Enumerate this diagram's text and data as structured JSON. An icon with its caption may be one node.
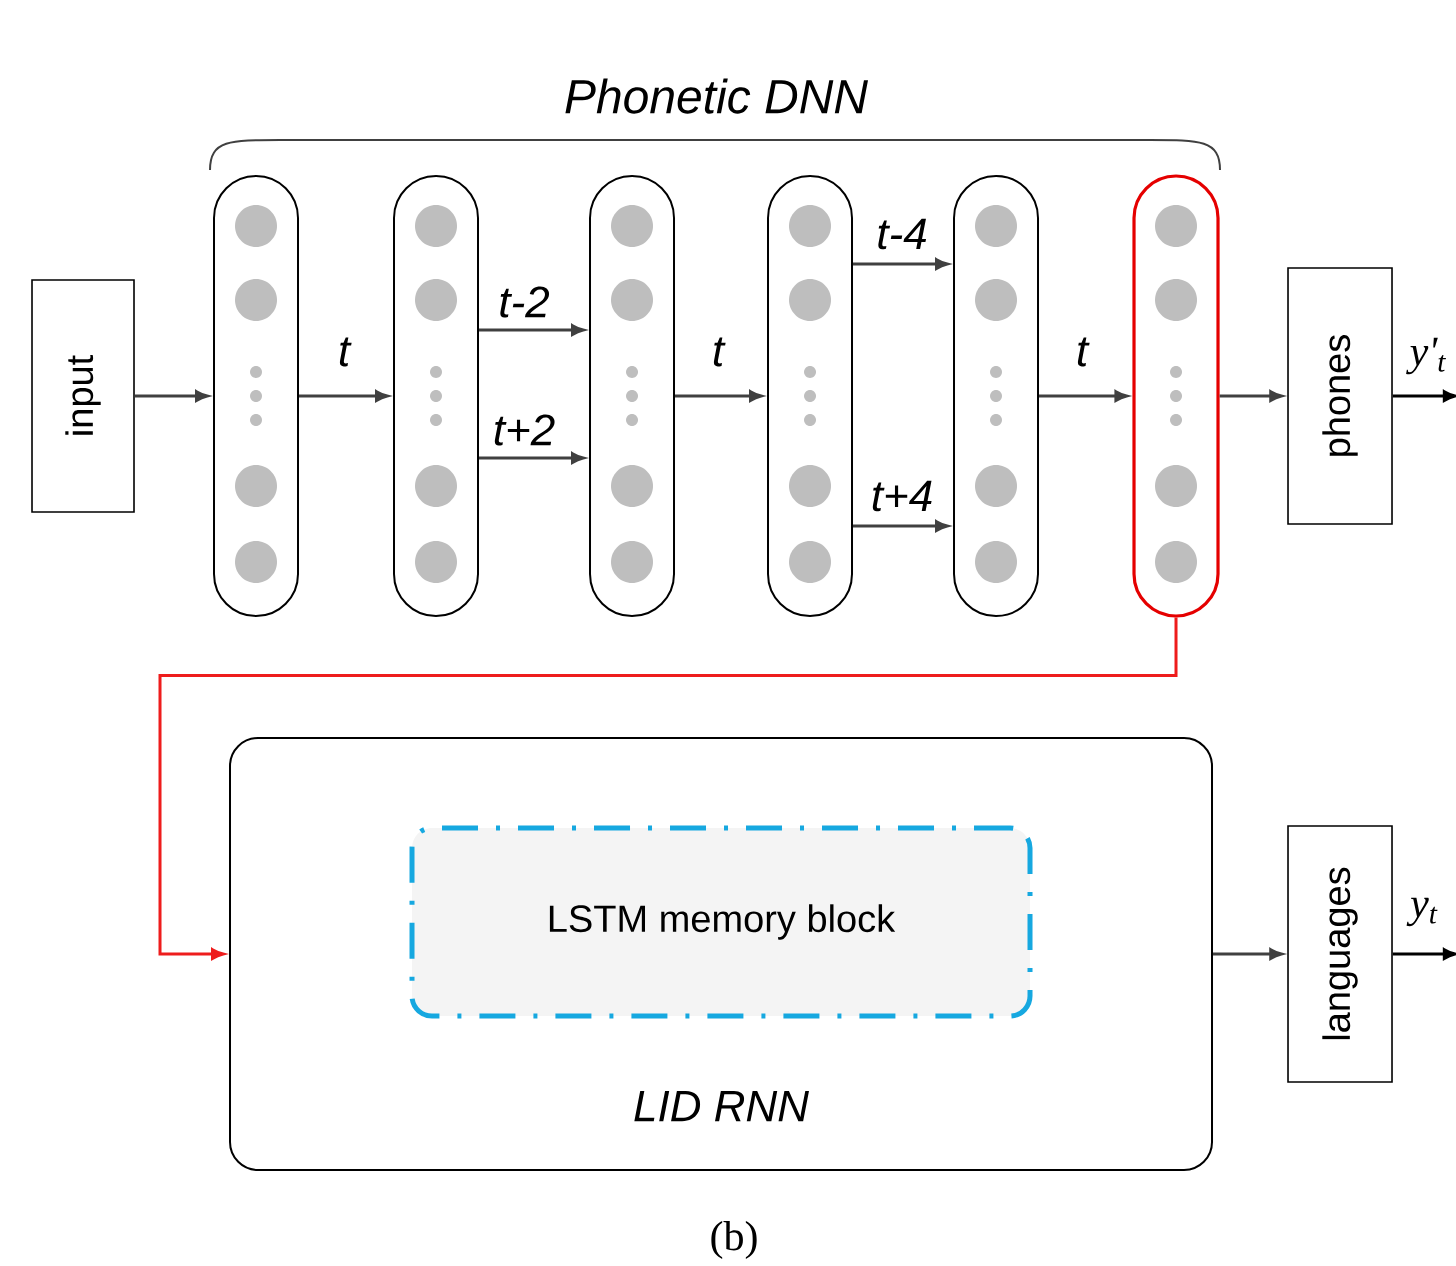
{
  "diagram": {
    "nodes": [
      {
        "text": [
          "input"
        ]
      },
      {
        "text": [],
        "shape": "bar"
      },
      {
        "text": [],
        "shape": "bar"
      },
      {
        "text": [],
        "shape": "bar"
      },
      {
        "text": [],
        "shape": "bar"
      },
      {
        "text": [],
        "shape": "bar"
      },
      {
        "text": [],
        "shape": "bar"
      },
      {
        "text": [
          "phones"
        ]
      },
      {
        "text": [
          "LID RNN"
        ]
      },
      {
        "text": [
          "LSTM memory block"
        ],
        "in": 8
      },
      {
        "text": [
          "languages"
        ]
      }
    ],
    "edges": [
      {
        "from": 0,
        "to": 1,
        "arrow": "to"
      },
      {
        "from": 1,
        "to": 2,
        "arrow": "to",
        "label": "t"
      },
      {
        "from": 2,
        "to": 3,
        "arrow": "to",
        "label": "t-2"
      },
      {
        "from": 2,
        "to": 3,
        "arrow": "to",
        "label": "t+2"
      },
      {
        "from": 3,
        "to": 4,
        "arrow": "to",
        "label": "t"
      },
      {
        "from": 4,
        "to": 5,
        "arrow": "to",
        "label": "t-4"
      },
      {
        "from": 4,
        "to": 5,
        "arrow": "to",
        "label": "t+4"
      },
      {
        "from": 5,
        "to": 6,
        "arrow": "to",
        "label": "t"
      },
      {
        "from": 6,
        "to": 7,
        "arrow": "to"
      },
      {
        "from": 7,
        "to": null,
        "arrow": "to",
        "label": "y'$_{t}$"
      },
      {
        "from": 6,
        "to": 8,
        "arrow": "to",
        "color": "#ee1c1c"
      },
      {
        "from": 8,
        "to": 10,
        "arrow": "to"
      },
      {
        "from": 10,
        "to": null,
        "arrow": "to",
        "label": "y$_{t}$"
      }
    ],
    "labels": [
      "Phonetic DNN",
      "(b)"
    ]
  }
}
